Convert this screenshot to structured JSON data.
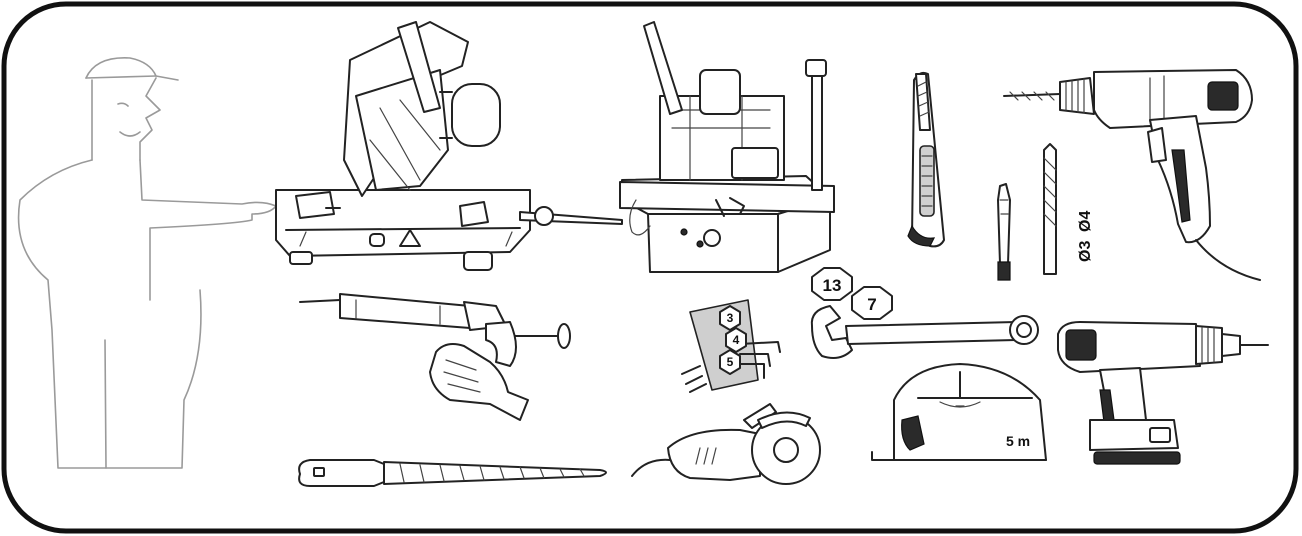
{
  "labels": {
    "drill_bit_3": "Ø3",
    "drill_bit_4": "Ø4",
    "spanner_size_13": "13",
    "spanner_size_7": "7",
    "allen_key_3": "3",
    "allen_key_4": "4",
    "allen_key_5": "5",
    "tape_length": "5 m"
  },
  "colors": {
    "frame": "#111111",
    "person_outline": "#9a9a9a",
    "tool_outline": "#222222",
    "allen_card": "#cfcfcf"
  },
  "icons": [
    "worker-pointing-icon",
    "mitre-saw-icon",
    "pipe-welding-machine-icon",
    "utility-knife-icon",
    "corded-drill-icon",
    "screwdriver-bit-icon",
    "drill-bit-icon",
    "caulking-gun-icon",
    "allen-key-set-icon",
    "combination-spanner-icon",
    "cordless-drill-icon",
    "tape-measure-icon",
    "file-icon",
    "angle-grinder-icon"
  ]
}
